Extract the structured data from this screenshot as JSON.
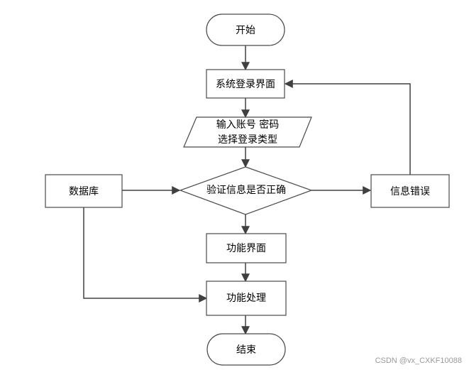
{
  "diagram": {
    "nodes": {
      "start": "开始",
      "login_screen": "系统登录界面",
      "input_line1": "输入账号 密码",
      "input_line2": "选择登录类型",
      "verify": "验证信息是否正确",
      "database": "数据库",
      "error": "信息错误",
      "function_screen": "功能界面",
      "function_process": "功能处理",
      "end": "结束"
    }
  },
  "watermark": "CSDN @vx_CXKF10088"
}
